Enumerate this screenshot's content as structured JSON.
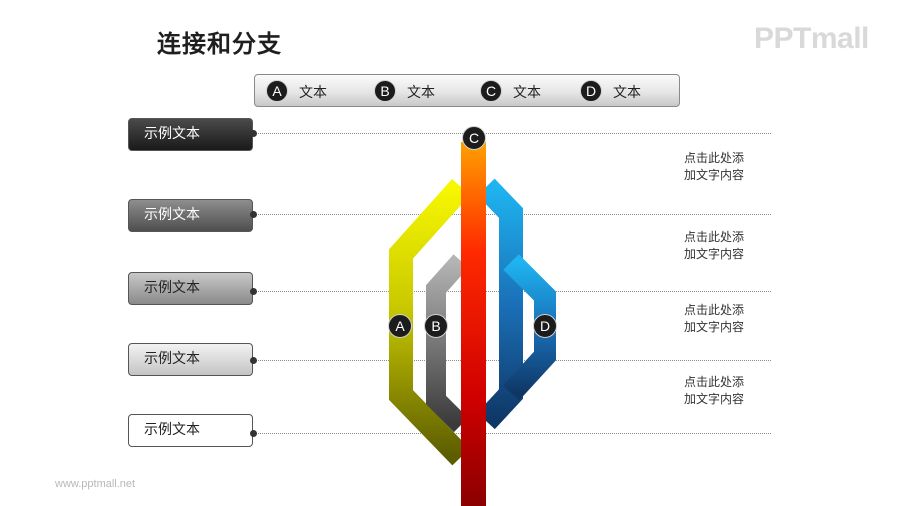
{
  "title": "连接和分支",
  "brand": "PPTmall",
  "footer_url": "www.pptmall.net",
  "legend": [
    {
      "badge": "A",
      "label": "文本"
    },
    {
      "badge": "B",
      "label": "文本"
    },
    {
      "badge": "C",
      "label": "文本"
    },
    {
      "badge": "D",
      "label": "文本"
    }
  ],
  "rows": [
    {
      "label": "示例文本"
    },
    {
      "label": "示例文本"
    },
    {
      "label": "示例文本"
    },
    {
      "label": "示例文本"
    },
    {
      "label": "示例文本"
    }
  ],
  "notes": [
    {
      "line1": "点击此处添",
      "line2": "加文字内容"
    },
    {
      "line1": "点击此处添",
      "line2": "加文字内容"
    },
    {
      "line1": "点击此处添",
      "line2": "加文字内容"
    },
    {
      "line1": "点击此处添",
      "line2": "加文字内容"
    }
  ],
  "branch_markers": {
    "a": "A",
    "b": "B",
    "c": "C",
    "d": "D"
  },
  "colors": {
    "branch_a": "#e8e800",
    "branch_b": "#808080",
    "branch_c_top": "#ffa000",
    "branch_c_bottom": "#8b0000",
    "branch_d": "#1ea0e6",
    "box_dark": "#2b2b2b",
    "box_light": "#ffffff"
  }
}
